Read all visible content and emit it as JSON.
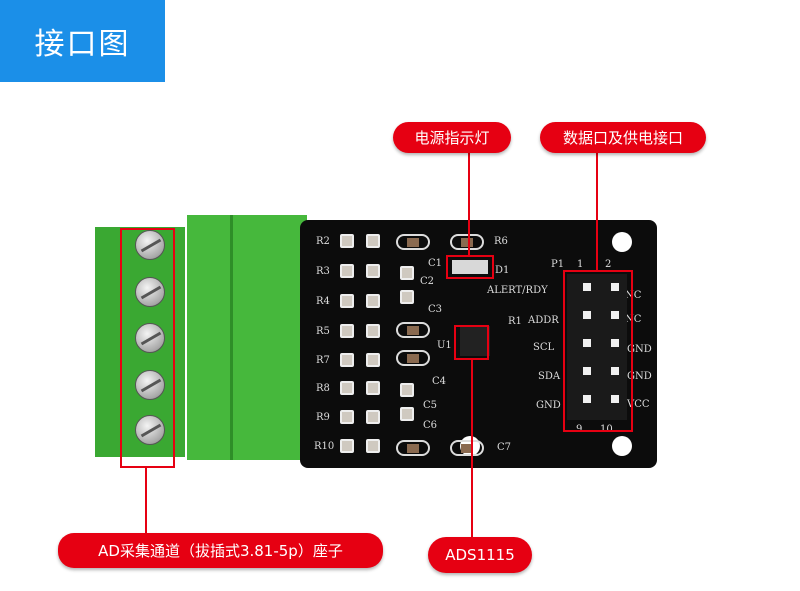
{
  "header": {
    "title": "接口图"
  },
  "callouts": {
    "power_led": "电源指示灯",
    "data_port": "数据口及供电接口",
    "ad_connector": "AD采集通道（拔插式3.81-5p）座子",
    "chip": "ADS1115"
  },
  "silkscreen": {
    "resistors": [
      "R2",
      "R3",
      "R4",
      "R5",
      "R7",
      "R8",
      "R9",
      "R10"
    ],
    "r6": "R6",
    "c1": "C1",
    "c2": "C2",
    "c3": "C3",
    "c4": "C4",
    "c5": "C5",
    "c6": "C6",
    "c7": "C7",
    "d1": "D1",
    "u1": "U1",
    "r1": "R1",
    "header_label": "P1",
    "pin1": "1",
    "pin2": "2",
    "pin9": "9",
    "pin10": "10",
    "left_pins": [
      "ALERT/RDY",
      "ADDR",
      "SCL",
      "SDA",
      "GND"
    ],
    "right_pins": [
      "NC",
      "NC",
      "GND",
      "GND",
      "VCC"
    ]
  },
  "colors": {
    "header": "#1b8fe8",
    "callout": "#e60012",
    "terminal": "#3cb034"
  }
}
